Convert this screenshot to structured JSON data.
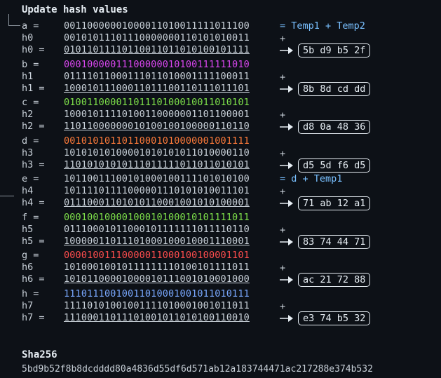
{
  "title": "Update hash values",
  "temp_note": "= Temp1 + Temp2",
  "e_note": "= d + Temp1",
  "plus": "+",
  "blocks": [
    {
      "var": "a =",
      "hlbl": "h0",
      "rlbl": "h0 =",
      "var_bits": "00110000001000011010011111011100",
      "h_bits": "00101011101110000000110101010011",
      "sum_bits": "01011011110110011011010100101111",
      "hex": "5b d9 b5 2f",
      "color": "white"
    },
    {
      "var": "b =",
      "hlbl": "h1",
      "rlbl": "h1 =",
      "var_bits": "00010000011100000010100111111010",
      "h_bits": "01111011000111011010001111100011",
      "sum_bits": "10001011100011011100110111011101",
      "hex": "8b 8d cd dd",
      "color": "purple"
    },
    {
      "var": "c =",
      "hlbl": "h2",
      "rlbl": "h2 =",
      "var_bits": "01001100001101110100010011010101",
      "h_bits": "10001011110100110000001101100001",
      "sum_bits": "11011000000010100100100000110110",
      "hex": "d8 0a 48 36",
      "color": "green"
    },
    {
      "var": "d =",
      "hlbl": "h3",
      "rlbl": "h3 =",
      "var_bits": "00101010110110001010000001001111",
      "h_bits": "10101010100001010101011010000110",
      "sum_bits": "11010101010111011111011011010101",
      "hex": "d5 5d f6 d5",
      "color": "orange"
    },
    {
      "var": "e =",
      "hlbl": "h4",
      "rlbl": "h4 =",
      "var_bits": "10110011100101000100111101010100",
      "h_bits": "10111101111000001110101010011101",
      "sum_bits": "01110001101010110001001010100001",
      "hex": "71 ab 12 a1",
      "color": "white"
    },
    {
      "var": "f =",
      "hlbl": "h5",
      "rlbl": "h5 =",
      "var_bits": "00010010000100010100010101111011",
      "h_bits": "01110001011000101111111011110110",
      "sum_bits": "10000011011101000100010001110001",
      "hex": "83 74 44 71",
      "color": "green"
    },
    {
      "var": "g =",
      "hlbl": "h6",
      "rlbl": "h6 =",
      "var_bits": "00001001110000011000100100001101",
      "h_bits": "10100010010111111110100101111011",
      "sum_bits": "10101100001000010111001010001000",
      "hex": "ac 21 72 88",
      "color": "red"
    },
    {
      "var": "h =",
      "hlbl": "h7",
      "rlbl": "h7 =",
      "var_bits": "11101110010011010001001011010111",
      "h_bits": "11110101001001111010001001011011",
      "sum_bits": "11100011011101001011010100110010",
      "hex": "e3 74 b5 32",
      "color": "blue"
    }
  ],
  "sha_title": "Sha256",
  "sha_value": "5bd9b52f8b8dcdddd80a4836d55df6d571ab12a183744471ac217288e374b532"
}
